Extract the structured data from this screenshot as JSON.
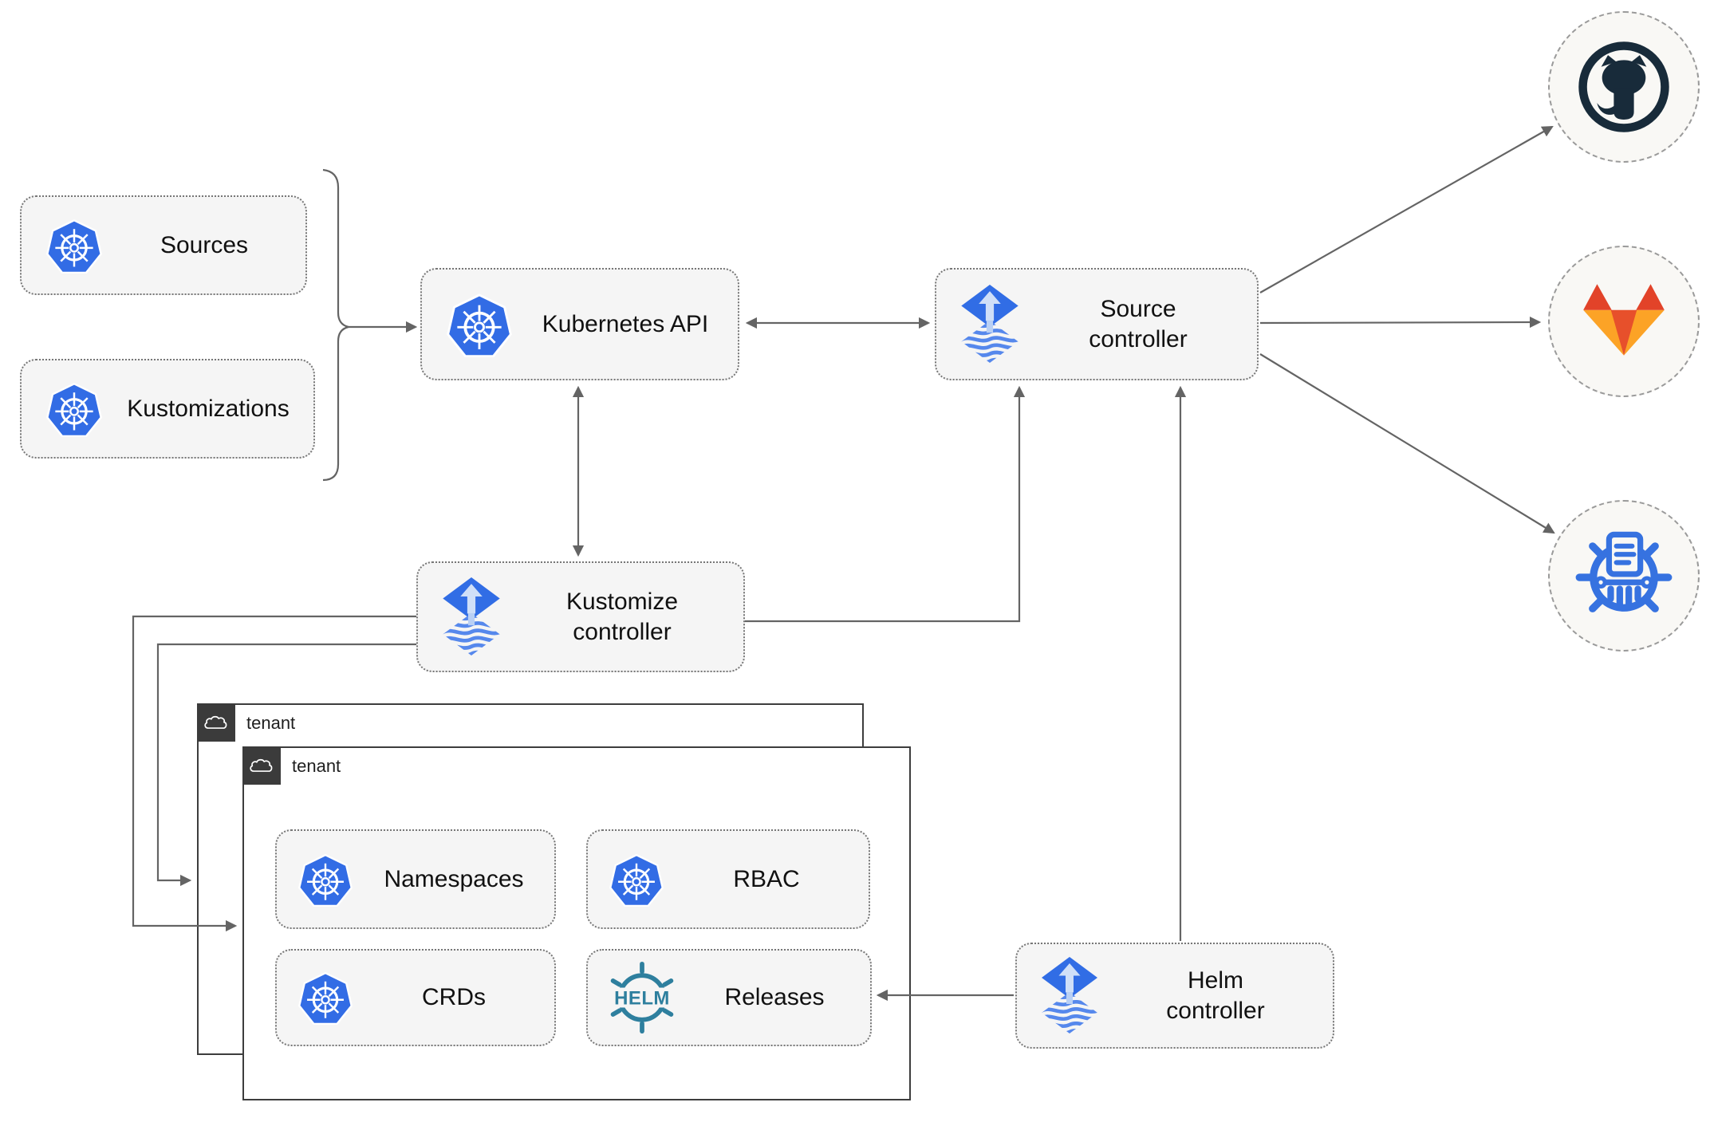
{
  "diagram": {
    "nodes": {
      "sources": {
        "label": "Sources",
        "icon": "kubernetes"
      },
      "kustomizations": {
        "label": "Kustomizations",
        "icon": "kubernetes"
      },
      "kubernetes_api": {
        "label": "Kubernetes API",
        "icon": "kubernetes"
      },
      "source_controller": {
        "label": "Source controller",
        "icon": "flux"
      },
      "kustomize_controller": {
        "label": "Kustomize controller",
        "icon": "flux"
      },
      "helm_controller": {
        "label": "Helm controller",
        "icon": "flux"
      },
      "tenant_outer": {
        "label": "tenant",
        "icon": "cloud"
      },
      "tenant_inner": {
        "label": "tenant",
        "icon": "cloud"
      },
      "namespaces": {
        "label": "Namespaces",
        "icon": "kubernetes"
      },
      "rbac": {
        "label": "RBAC",
        "icon": "kubernetes"
      },
      "crds": {
        "label": "CRDs",
        "icon": "kubernetes"
      },
      "releases": {
        "label": "Releases",
        "icon": "helm"
      },
      "github": {
        "icon": "github"
      },
      "gitlab": {
        "icon": "gitlab"
      },
      "helm_repository": {
        "icon": "chart-museum"
      }
    },
    "helm_logo_text": "HELM",
    "edges": [
      {
        "from": "sources & kustomizations",
        "to": "kubernetes_api",
        "via": "curly-brace",
        "arrow": "end"
      },
      {
        "from": "kubernetes_api",
        "to": "source_controller",
        "arrow": "both"
      },
      {
        "from": "kubernetes_api",
        "to": "kustomize_controller",
        "arrow": "both"
      },
      {
        "from": "kustomize_controller",
        "to": "source_controller",
        "arrow": "end"
      },
      {
        "from": "helm_controller",
        "to": "source_controller",
        "arrow": "end"
      },
      {
        "from": "helm_controller",
        "to": "releases",
        "arrow": "end"
      },
      {
        "from": "source_controller",
        "to": "github",
        "arrow": "end"
      },
      {
        "from": "source_controller",
        "to": "gitlab",
        "arrow": "end"
      },
      {
        "from": "source_controller",
        "to": "helm_repository",
        "arrow": "end"
      },
      {
        "from": "kustomize_controller",
        "to": "tenant_inner",
        "arrow": "end"
      },
      {
        "from": "kustomize_controller",
        "to": "tenant_outer",
        "arrow": "end"
      }
    ],
    "colors": {
      "kubernetes_blue": "#326ce5",
      "flux_blue": "#316de5",
      "flux_light": "#cfdff8",
      "flux_wave_blue": "#5688ec",
      "helm_teal": "#2e7f9e",
      "github_dark": "#182b3a",
      "gitlab_red_orange": "#e24329",
      "gitlab_light_orange": "#fca326",
      "chart_museum_blue": "#3672e0",
      "connector_gray": "#646464",
      "node_fill": "#f5f5f5",
      "circle_fill": "#f9f8f5",
      "tenant_header_dark": "#3b3b3b"
    }
  }
}
